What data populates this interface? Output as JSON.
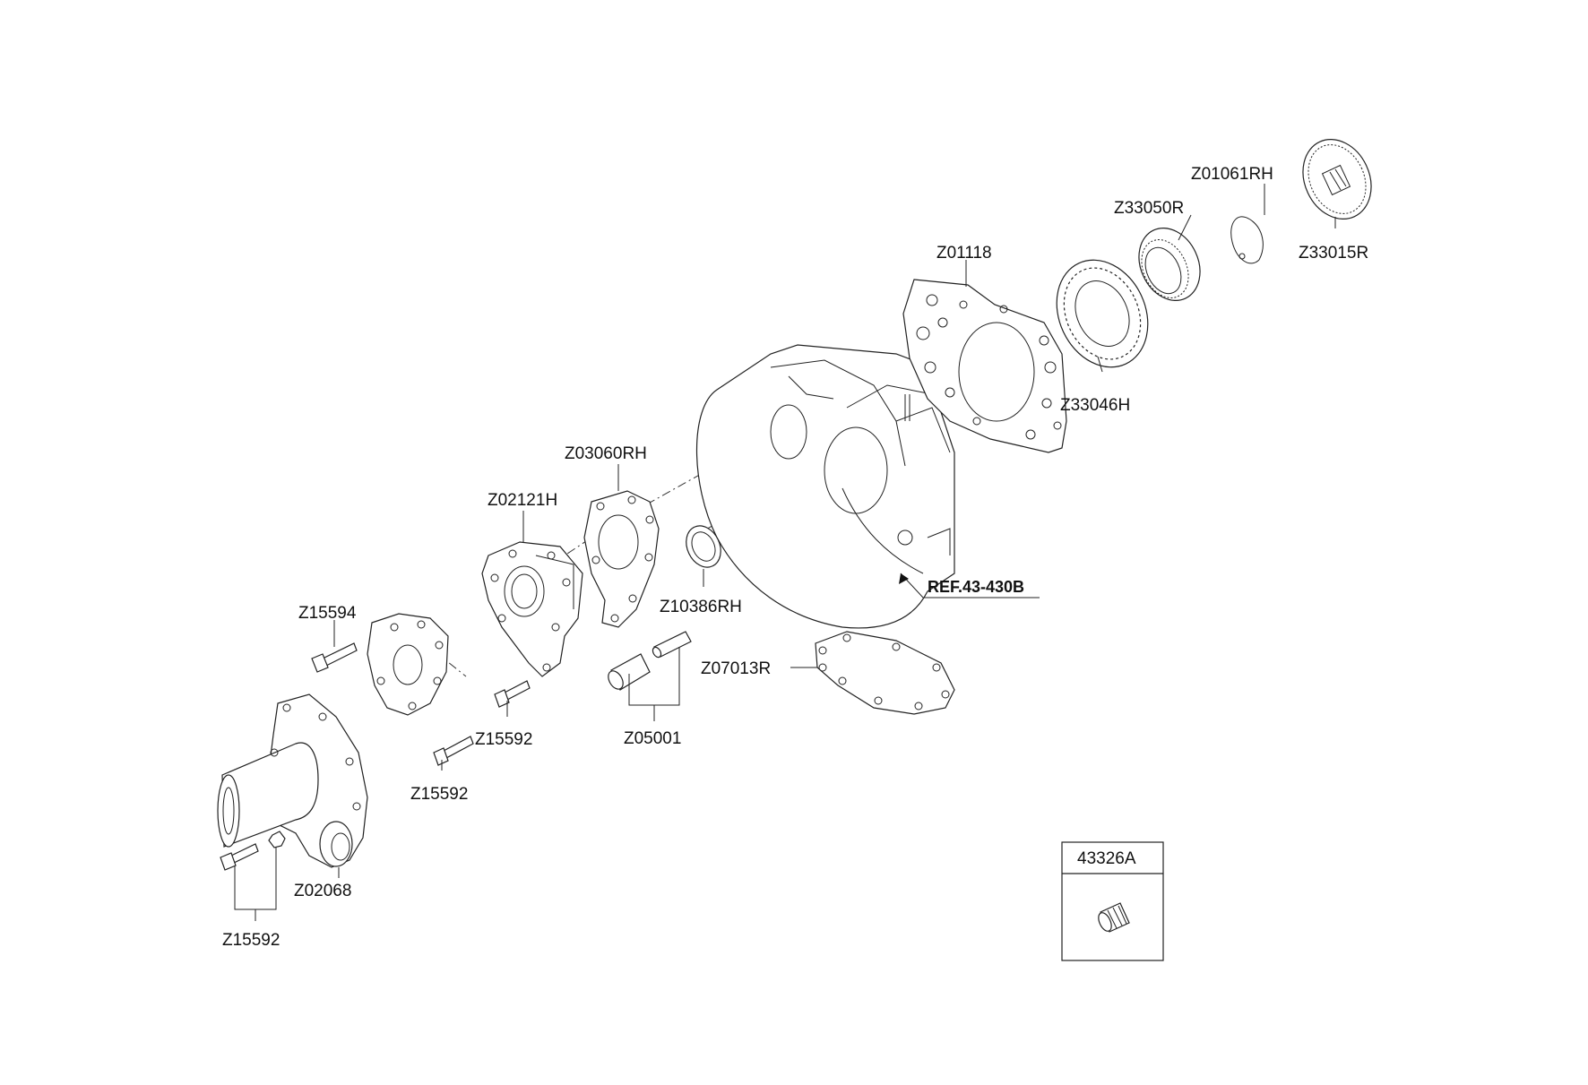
{
  "parts": {
    "z01061rh": "Z01061RH",
    "z33050r": "Z33050R",
    "z33015r": "Z33015R",
    "z01118": "Z01118",
    "z33046h": "Z33046H",
    "z03060rh": "Z03060RH",
    "z02121h": "Z02121H",
    "z10386rh": "Z10386RH",
    "ref": "REF.43-430B",
    "z15594": "Z15594",
    "z07013r": "Z07013R",
    "z15592_mid": "Z15592",
    "z05001": "Z05001",
    "z15592_low": "Z15592",
    "z02068": "Z02068",
    "z15592_bottom": "Z15592"
  },
  "inset": {
    "title": "43326A"
  }
}
